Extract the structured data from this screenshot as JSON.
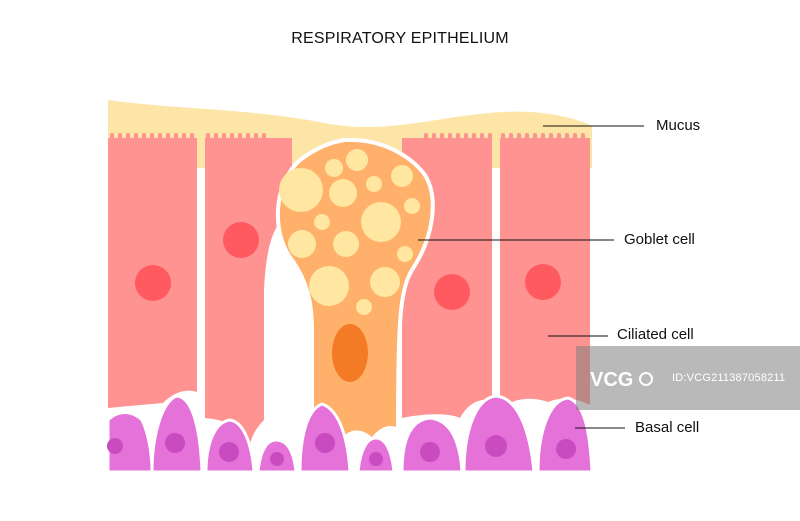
{
  "title": "RESPIRATORY EPITHELIUM",
  "labels": {
    "mucus": "Mucus",
    "goblet_cell": "Goblet cell",
    "ciliated_cell": "Ciliated cell",
    "basal_cell": "Basal cell"
  },
  "watermark": {
    "logo_text": "VCG",
    "id_text": "ID:VCG211387058211"
  },
  "colors": {
    "mucus": "#FDE5A7",
    "ciliated_cell": "#FF9391",
    "ciliated_nucleus": "#FF5A5F",
    "goblet_cell": "#FFB06A",
    "goblet_nucleus": "#F47B26",
    "mucus_droplet": "#FFE6A1",
    "basal_cell": "#E472D8",
    "basal_nucleus": "#C94BC0"
  }
}
